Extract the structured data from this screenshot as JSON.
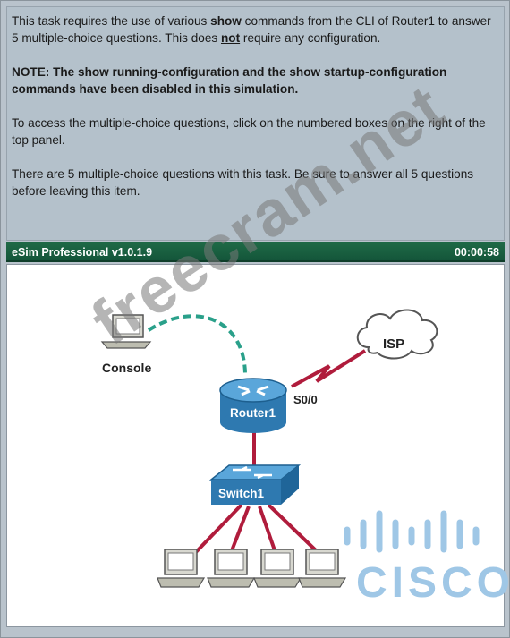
{
  "task": {
    "p1_a": "This task requires the use of various ",
    "p1_b": "show",
    "p1_c": " commands from the CLI of Router1 to answer 5 multiple-choice questions. This does ",
    "p1_d": "not",
    "p1_e": " require any configuration.",
    "note": "NOTE: The show running-configuration and the show startup-configuration commands have been disabled in this simulation.",
    "p3": "To access the multiple-choice questions, click on the numbered boxes on the right of the top panel.",
    "p4": "There are 5 multiple-choice questions with this task. Be sure to answer all 5 questions before leaving this item."
  },
  "titlebar": {
    "app_name": "eSim Professional v1.0.1.9",
    "timer": "00:00:58"
  },
  "topology": {
    "console_label": "Console",
    "isp_label": "ISP",
    "router_label": "Router1",
    "serial_label": "S0/0",
    "switch_label": "Switch1"
  },
  "overlay": {
    "watermark": "freecram.net",
    "logo_text": "CISCO"
  },
  "colors": {
    "router_blue": "#3a8bc4",
    "link_red": "#b01c3c",
    "console_teal": "#2aa08a",
    "titlebar_green": "#1f6a46"
  }
}
